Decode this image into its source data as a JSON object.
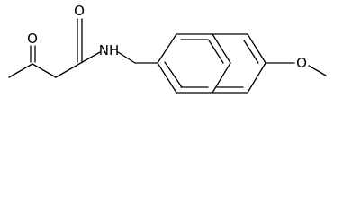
{
  "molecule": {
    "atoms": {
      "ketone_oxygen": "O",
      "amide_oxygen": "O",
      "amide_nitrogen": "NH",
      "ether_oxygen": "O"
    },
    "colors": {
      "bond": "#000000",
      "label": "#000000",
      "background": "#ffffff"
    }
  }
}
